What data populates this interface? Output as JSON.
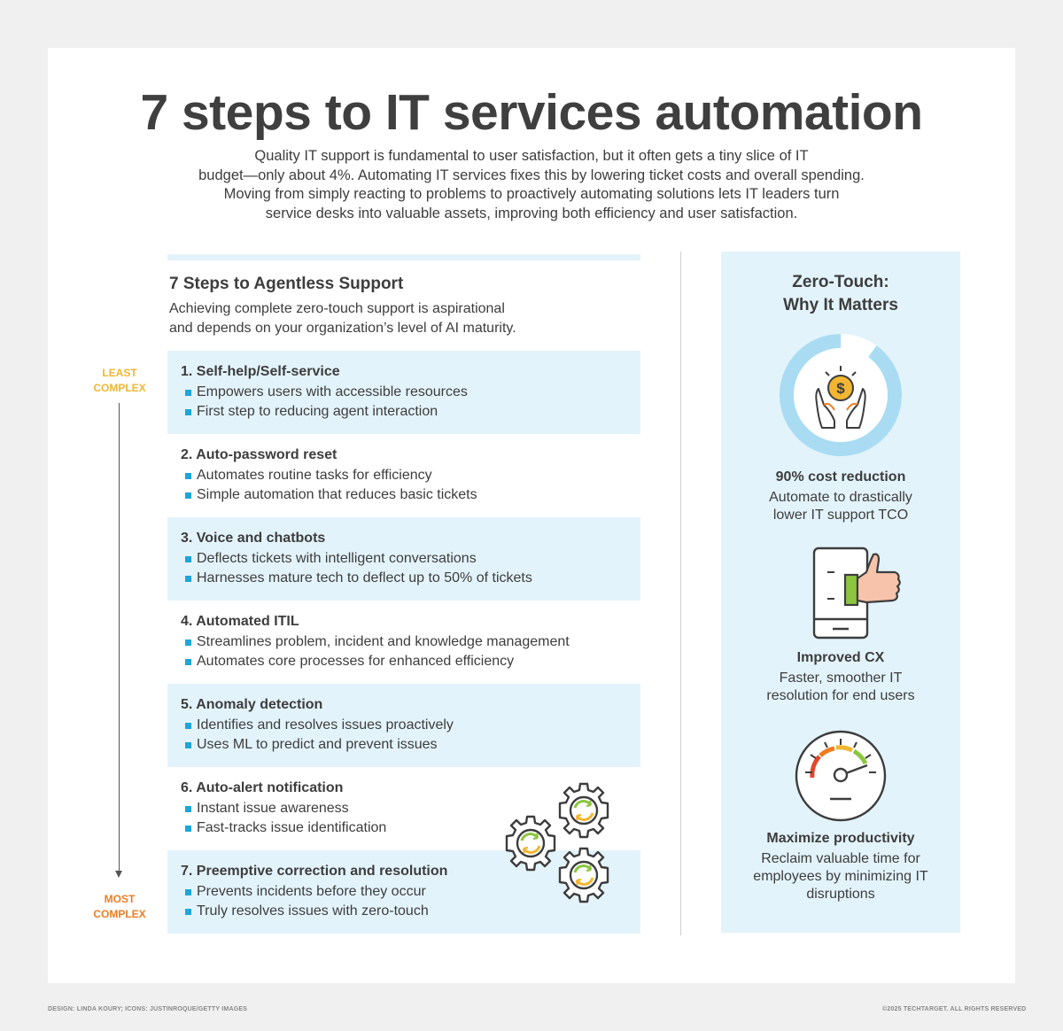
{
  "header": {
    "title": "7 steps to IT services automation",
    "intro_lines": [
      "Quality IT support is fundamental to user satisfaction, but it often gets a tiny slice of IT",
      "budget—only about 4%. Automating IT services fixes this by lowering ticket costs and overall spending.",
      "Moving from simply reacting to problems to proactively automating solutions lets IT leaders turn",
      "service desks into valuable assets, improving both efficiency and user satisfaction."
    ]
  },
  "steps_section": {
    "title": "7 Steps to Agentless Support",
    "subtitle_lines": [
      "Achieving complete zero-touch support is aspirational",
      "and depends on your organization’s level of AI maturity."
    ],
    "scale_top": [
      "LEAST",
      "COMPLEX"
    ],
    "scale_bottom": [
      "MOST",
      "COMPLEX"
    ],
    "steps": [
      {
        "title": "1. Self-help/Self-service",
        "bullets": [
          "Empowers users with accessible resources",
          "First step to reducing agent interaction"
        ]
      },
      {
        "title": "2. Auto-password reset",
        "bullets": [
          "Automates routine tasks for efficiency",
          "Simple automation that reduces basic tickets"
        ]
      },
      {
        "title": "3. Voice and chatbots",
        "bullets": [
          "Deflects tickets with intelligent conversations",
          "Harnesses mature tech to deflect up to 50% of tickets"
        ]
      },
      {
        "title": "4. Automated ITIL",
        "bullets": [
          "Streamlines problem, incident and knowledge management",
          "Automates core processes for enhanced efficiency"
        ]
      },
      {
        "title": "5. Anomaly detection",
        "bullets": [
          "Identifies and resolves issues proactively",
          "Uses ML to predict and prevent issues"
        ]
      },
      {
        "title": "6. Auto-alert notification",
        "bullets": [
          "Instant issue awareness",
          "Fast-tracks issue identification"
        ]
      },
      {
        "title": "7. Preemptive correction and resolution",
        "bullets": [
          "Prevents incidents before they occur",
          "Truly resolves issues with zero-touch"
        ]
      }
    ]
  },
  "sidebar": {
    "title_lines": [
      "Zero-Touch:",
      "Why It Matters"
    ],
    "features": [
      {
        "icon": "hands-coin-icon",
        "title": "90% cost reduction",
        "desc_lines": [
          "Automate to drastically",
          "lower IT support TCO"
        ],
        "donut_fraction": 0.9
      },
      {
        "icon": "phone-thumbs-up-icon",
        "title": "Improved CX",
        "desc_lines": [
          "Faster, smoother IT",
          "resolution for end users"
        ]
      },
      {
        "icon": "speedometer-icon",
        "title": "Maximize productivity",
        "desc_lines": [
          "Reclaim valuable time for",
          "employees by minimizing IT",
          "disruptions"
        ]
      }
    ]
  },
  "footer": {
    "credits": "DESIGN: LINDA KOURY; ICONS: JUSTINROQUE/GETTY IMAGES",
    "copyright": "©2025 TECHTARGET. ALL RIGHTS RESERVED"
  },
  "colors": {
    "accent_blue": "#1aa7d9",
    "panel_blue": "#e3f3fb",
    "least_yellow": "#f2b632",
    "most_orange": "#ee7d22",
    "gear_green": "#8cc63f"
  }
}
